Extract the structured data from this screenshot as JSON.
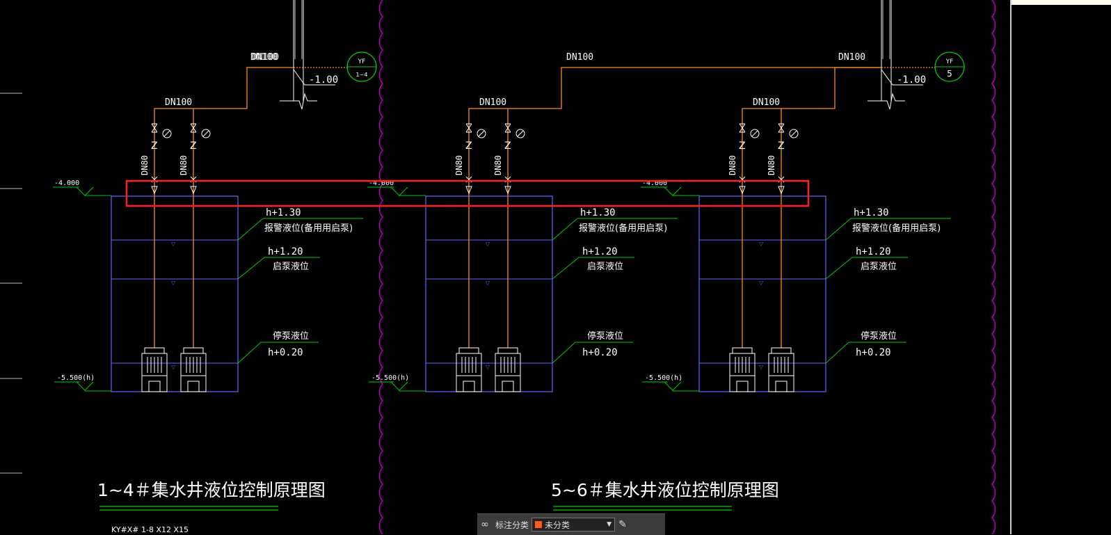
{
  "colors": {
    "background": "#000000",
    "pipe": "#ff8c1a",
    "tank": "#6666ff",
    "leader": "#00cc00",
    "boundary": "#cc00cc",
    "highlight": "#ff2020",
    "text": "#ffffff"
  },
  "drawing1": {
    "main_pipe_label": "DN100",
    "branch_pipe_label": "DN100",
    "riser_label_left": "DN80",
    "riser_label_right": "DN80",
    "top_elevation": "-4.000",
    "bottom_elevation": "-5.500(h)",
    "alarm_level_value": "h+1.30",
    "alarm_level_text": "报警液位(备用用启泵)",
    "start_level_value": "h+1.20",
    "start_level_text": "启泵液位",
    "stop_level_text": "停泵液位",
    "stop_level_value": "h+0.20",
    "wall_elevation": "-1.00",
    "yf_tag_top": "YF",
    "yf_tag_bottom": "1~4",
    "title": "1~4＃集水井液位控制原理图",
    "subtitle_partial": "KY#X# 1-8 X12 X15"
  },
  "drawing2": {
    "main_pipe_label": "DN100",
    "branch_pipe_label": "DN100",
    "riser_label_left": "DN80",
    "riser_label_right": "DN80",
    "top_elevation": "-4.000",
    "bottom_elevation": "-5.500(h)",
    "alarm_level_value": "h+1.30",
    "alarm_level_text": "报警液位(备用用启泵)",
    "start_level_value": "h+1.20",
    "start_level_text": "启泵液位",
    "stop_level_text": "停泵液位",
    "stop_level_value": "h+0.20",
    "title": "5~6＃集水井液位控制原理图"
  },
  "drawing3": {
    "main_pipe_label": "DN100",
    "branch_pipe_label": "DN100",
    "riser_label_left": "DN80",
    "riser_label_right": "DN80",
    "top_elevation": "-4.000",
    "bottom_elevation": "-5.500(h)",
    "alarm_level_value": "h+1.30",
    "alarm_level_text": "报警液位(备用用启泵)",
    "start_level_value": "h+1.20",
    "start_level_text": "启泵液位",
    "stop_level_text": "停泵液位",
    "stop_level_value": "h+0.20",
    "wall_elevation": "-1.00",
    "yf_tag_top": "YF",
    "yf_tag_bottom": "5"
  },
  "toolbar": {
    "label": "标注分类",
    "selected_value": "未分类",
    "selected_color": "#ff5a1a",
    "icons": [
      "link-icon",
      "edit-icon"
    ]
  }
}
